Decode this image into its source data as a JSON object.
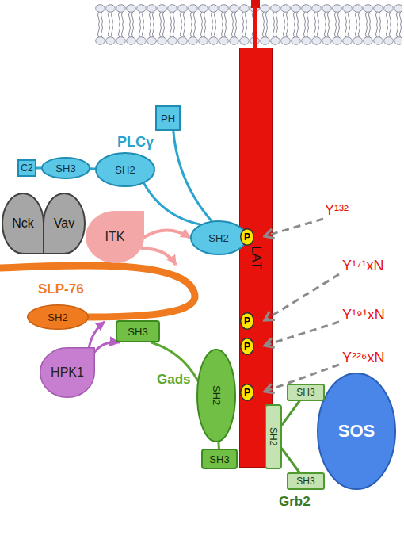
{
  "diagram": {
    "nodes": [
      {
        "text": [
          "LAT"
        ]
      },
      {
        "text": [
          "PH"
        ]
      },
      {
        "text": [
          "C2"
        ]
      },
      {
        "text": [
          "SH3"
        ]
      },
      {
        "text": [
          "SH2"
        ]
      },
      {
        "text": [
          "SH2"
        ]
      },
      {
        "text": [
          "P"
        ],
        "in": 0
      },
      {
        "text": [
          "Nck"
        ]
      },
      {
        "text": [
          "Vav"
        ]
      },
      {
        "text": [
          "ITK"
        ]
      },
      {
        "text": [
          "SH2"
        ]
      },
      {
        "text": [
          "SH3"
        ]
      },
      {
        "text": [
          "P"
        ],
        "in": 0
      },
      {
        "text": [
          "P"
        ],
        "in": 0
      },
      {
        "text": [
          "HPK1"
        ]
      },
      {
        "text": [
          "SH2"
        ]
      },
      {
        "text": [
          "P"
        ],
        "in": 0
      },
      {
        "text": [
          "SH3"
        ]
      },
      {
        "text": [
          "SH2"
        ]
      },
      {
        "text": [
          "SOS"
        ]
      },
      {
        "text": [
          "SH3"
        ]
      },
      {
        "text": [
          "SH3"
        ]
      }
    ],
    "edges": [
      {
        "from": 1,
        "to": 5,
        "arrow": "none"
      },
      {
        "from": 2,
        "to": 3,
        "arrow": "none"
      },
      {
        "from": 3,
        "to": 4,
        "arrow": "none"
      },
      {
        "from": 4,
        "to": 5,
        "arrow": "none"
      },
      {
        "from": 9,
        "to": 5,
        "arrow": "to"
      },
      {
        "from": 14,
        "to": 11,
        "arrow": "to"
      },
      {
        "from": 11,
        "to": 15,
        "arrow": "none"
      },
      {
        "from": 15,
        "to": 20,
        "arrow": "none"
      },
      {
        "from": 17,
        "to": 18,
        "arrow": "none"
      },
      {
        "from": 18,
        "to": 21,
        "arrow": "none"
      }
    ],
    "labels": [
      "PLCγ",
      "Y¹³²",
      "Y¹⁷¹xN",
      "SLP-76",
      "Y¹⁹¹xN",
      "Y²²⁶xN",
      "Gads",
      "Grb2"
    ]
  }
}
